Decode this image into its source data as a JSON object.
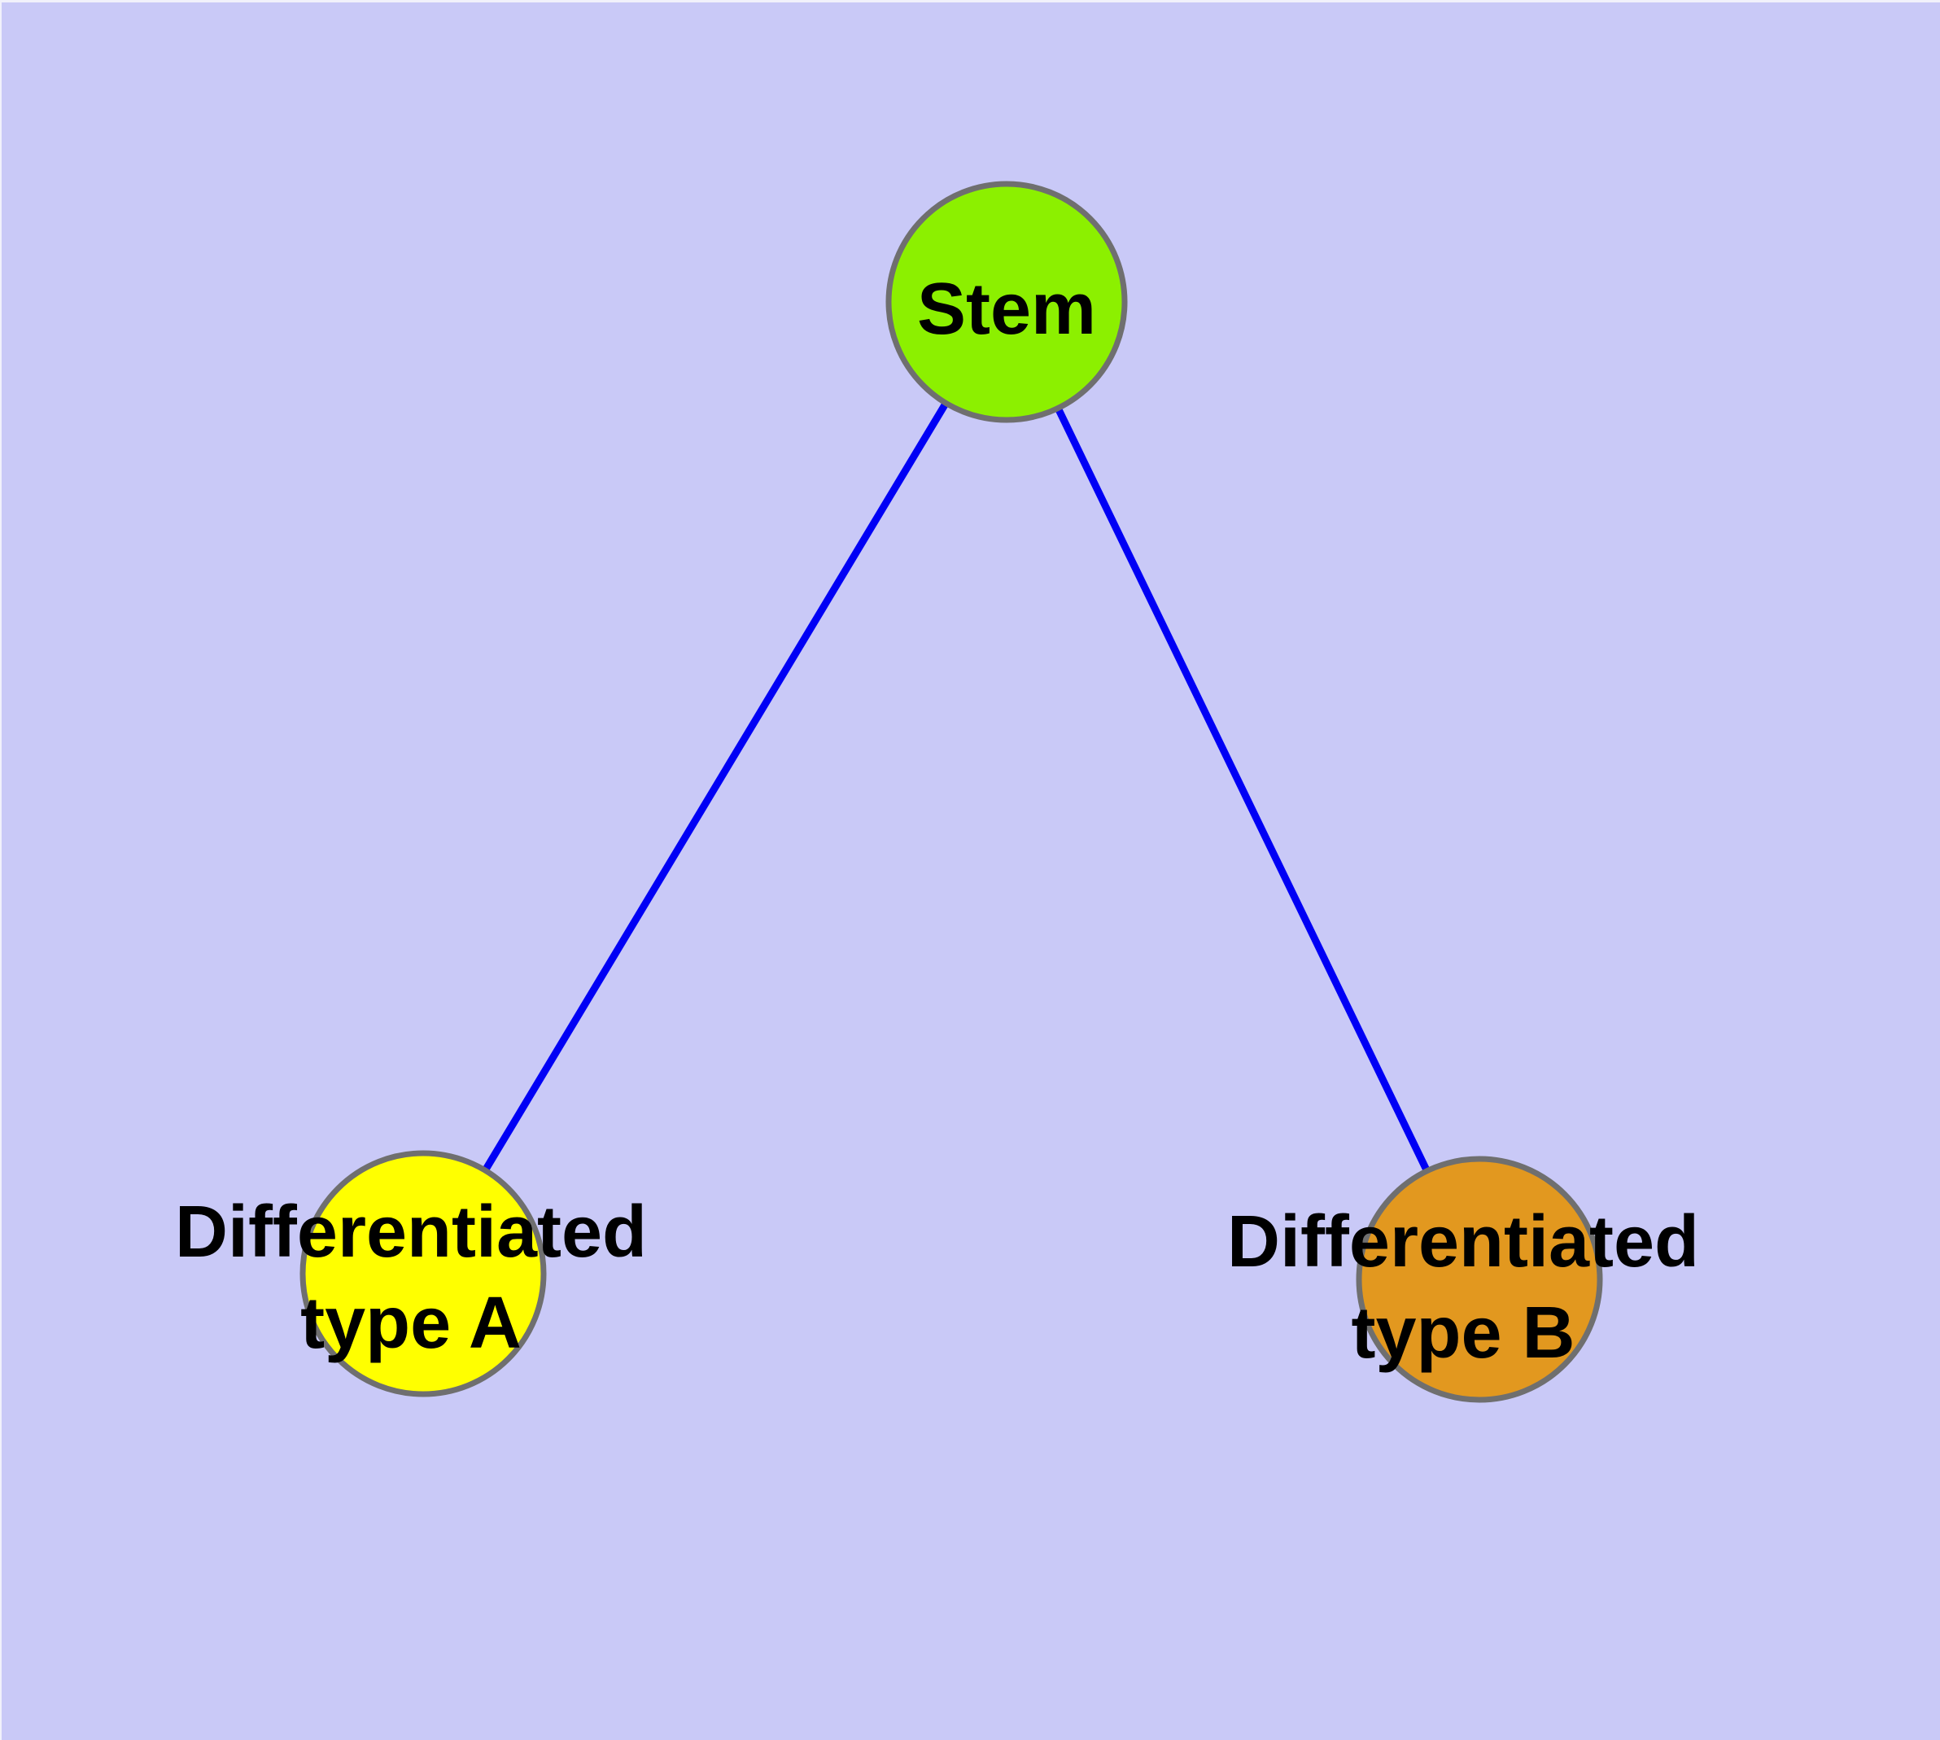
{
  "canvas": {
    "background_color": "#c9c9f7",
    "top_edge_highlight_color": "#f1f1fb"
  },
  "diagram": {
    "type": "graph",
    "nodes": [
      {
        "id": "stem",
        "label_lines": [
          "Stem"
        ],
        "fill_color": "#8cf000",
        "border_color": "#6f6f6f",
        "text_color": "#000000"
      },
      {
        "id": "differentiated-type-a",
        "label_lines": [
          "Differentiated",
          "type A"
        ],
        "fill_color": "#ffff00",
        "border_color": "#6f6f6f",
        "text_color": "#000000"
      },
      {
        "id": "differentiated-type-b",
        "label_lines": [
          "Differentiated",
          "type B"
        ],
        "fill_color": "#e2981f",
        "border_color": "#6f6f6f",
        "text_color": "#000000"
      }
    ],
    "edges": [
      {
        "from": "stem",
        "to": "differentiated-type-a",
        "color": "#0000f5"
      },
      {
        "from": "stem",
        "to": "differentiated-type-b",
        "color": "#0000f5"
      }
    ]
  }
}
